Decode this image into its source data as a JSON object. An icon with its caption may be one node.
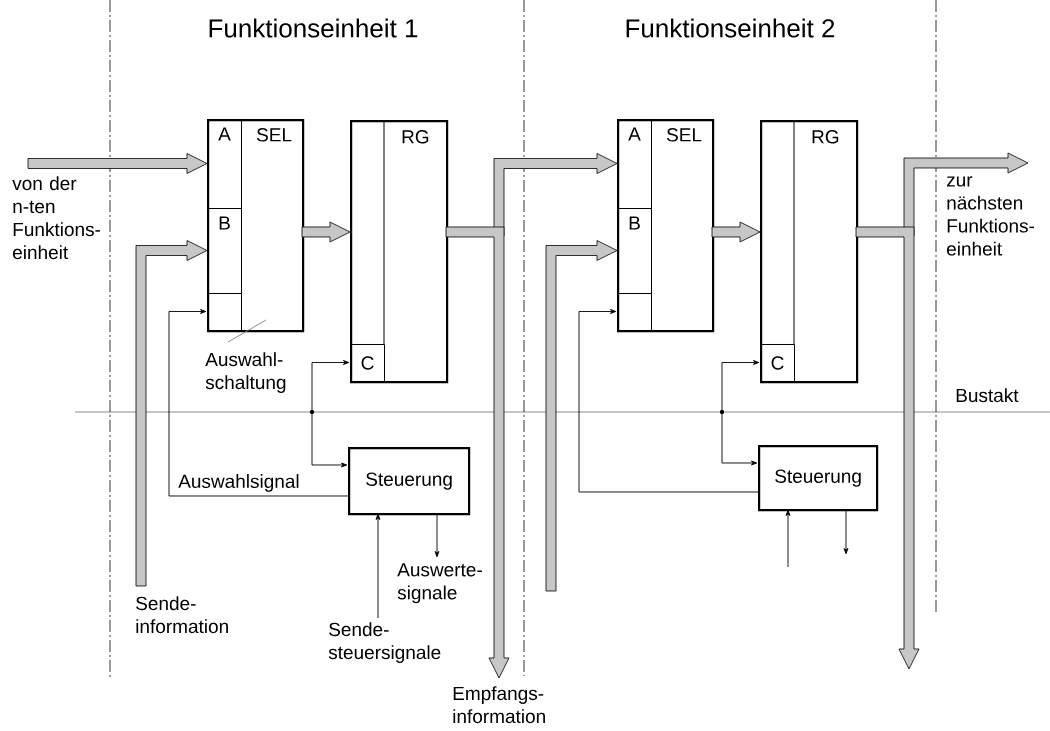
{
  "diagram": {
    "nodes": [
      {
        "text": [
          "SEL"
        ]
      },
      {
        "text": [
          "A"
        ],
        "in": 0
      },
      {
        "text": [
          "B"
        ],
        "in": 0
      },
      {
        "text": [],
        "shape": "box",
        "in": 0
      },
      {
        "text": [
          "RG"
        ]
      },
      {
        "text": [
          "C"
        ],
        "in": 4
      },
      {
        "text": [
          "Steuerung"
        ]
      },
      {
        "text": [
          "SEL"
        ]
      },
      {
        "text": [
          "A"
        ],
        "in": 7
      },
      {
        "text": [
          "B"
        ],
        "in": 7
      },
      {
        "text": [],
        "shape": "box",
        "in": 7
      },
      {
        "text": [
          "RG"
        ]
      },
      {
        "text": [
          "C"
        ],
        "in": 11
      },
      {
        "text": [
          "Steuerung"
        ]
      },
      {
        "text": [
          "von der n-ten Funktions- einheit"
        ]
      },
      {
        "text": [
          "Sende- information"
        ]
      },
      {
        "text": [
          "Auswahl- schaltung"
        ]
      },
      {
        "text": [
          "Auswerte- signale"
        ]
      },
      {
        "text": [
          "Sende- steuersignale"
        ]
      },
      {
        "text": [
          "Empfangs- information"
        ]
      },
      {
        "text": [
          "zur nächsten Funktions- einheit"
        ]
      },
      {
        "text": [
          "Bustakt"
        ]
      }
    ],
    "edges": [
      {
        "from": 14,
        "to": 1,
        "arrow": "to",
        "style": "thick"
      },
      {
        "from": 15,
        "to": 2,
        "arrow": "to",
        "style": "thick"
      },
      {
        "from": 0,
        "to": 4,
        "arrow": "to",
        "style": "thick"
      },
      {
        "from": 4,
        "to": 19,
        "arrow": "to",
        "style": "thick"
      },
      {
        "from": 4,
        "to": 8,
        "arrow": "to",
        "style": "thick"
      },
      {
        "from": null,
        "to": 9,
        "arrow": "to",
        "style": "thick"
      },
      {
        "from": 7,
        "to": 11,
        "arrow": "to",
        "style": "thick"
      },
      {
        "from": 11,
        "to": 20,
        "arrow": "to",
        "style": "thick"
      },
      {
        "from": 11,
        "to": null,
        "arrow": "to",
        "style": "thick"
      },
      {
        "from": 6,
        "to": 3,
        "arrow": "to",
        "label": "Auswahlsignal"
      },
      {
        "from": 21,
        "to": 5,
        "arrow": "to"
      },
      {
        "from": 21,
        "to": 6,
        "arrow": "to"
      },
      {
        "from": 21,
        "to": 12,
        "arrow": "to"
      },
      {
        "from": 21,
        "to": 13,
        "arrow": "to"
      },
      {
        "from": 18,
        "to": 6,
        "arrow": "to"
      },
      {
        "from": 6,
        "to": 17,
        "arrow": "to"
      },
      {
        "from": 13,
        "to": 10,
        "arrow": "to"
      },
      {
        "from": null,
        "to": 13,
        "arrow": "to"
      },
      {
        "from": 13,
        "to": null,
        "arrow": "to"
      },
      {
        "from": 16,
        "to": 0,
        "arrow": "none",
        "color": "#808080"
      }
    ],
    "labels": [
      "Funktionseinheit 1",
      "Funktionseinheit 2"
    ]
  }
}
